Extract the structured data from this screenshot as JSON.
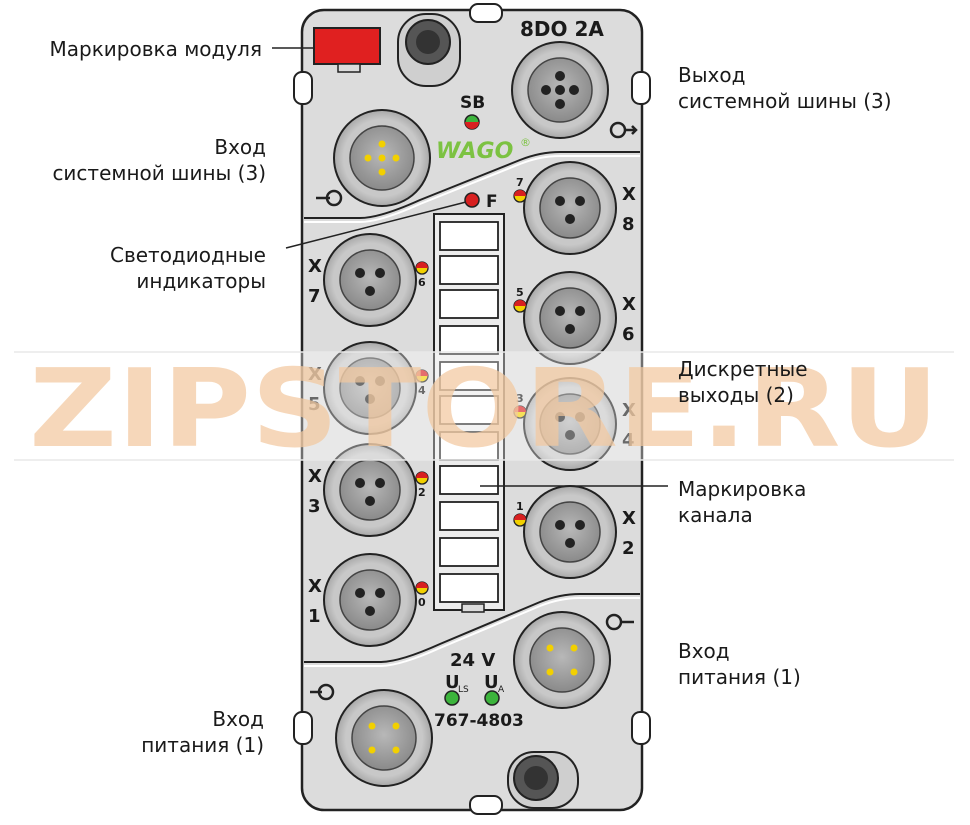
{
  "module": {
    "model_label": "8DO 2A",
    "brand": "WAGO",
    "brand_mark": "®",
    "sb_label": "SB",
    "fault_label": "F",
    "voltage": "24 V",
    "uls": "U",
    "uls_sub": "LS",
    "ua": "U",
    "ua_sub": "A",
    "part_number": "767-4803"
  },
  "ports_left": [
    {
      "letter": "X",
      "num": "7",
      "led": "6"
    },
    {
      "letter": "X",
      "num": "5",
      "led": "4"
    },
    {
      "letter": "X",
      "num": "3",
      "led": "2"
    },
    {
      "letter": "X",
      "num": "1",
      "led": "0"
    }
  ],
  "ports_right": [
    {
      "letter": "X",
      "num": "8",
      "led": "7"
    },
    {
      "letter": "X",
      "num": "6",
      "led": "5"
    },
    {
      "letter": "X",
      "num": "4",
      "led": "3"
    },
    {
      "letter": "X",
      "num": "2",
      "led": "1"
    }
  ],
  "callouts": {
    "module_marking": "Маркировка модуля",
    "bus_in_1": "Вход",
    "bus_in_2": "системной шины (3)",
    "leds_1": "Светодиодные",
    "leds_2": "индикаторы",
    "power_in_left_1": "Вход",
    "power_in_left_2": "питания (1)",
    "bus_out_1": "Выход",
    "bus_out_2": "системной шины (3)",
    "digital_out_1": "Дискретные",
    "digital_out_2": "выходы (2)",
    "channel_marking_1": "Маркировка",
    "channel_marking_2": "канала",
    "power_in_right_1": "Вход",
    "power_in_right_2": "питания (1)"
  },
  "watermark": "ZIPSTORE.RU",
  "colors": {
    "housing": "#dcdcdc",
    "outline": "#222222",
    "led_green": "#3cb43c",
    "led_yellow": "#f2d000",
    "led_red": "#d82020",
    "marker_red": "#e02020",
    "brand_green": "#7cc242",
    "watermark": "#f3c9a0"
  }
}
